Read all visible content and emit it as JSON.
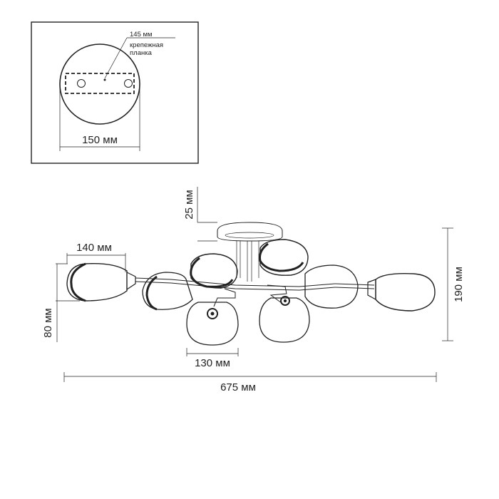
{
  "mount_detail": {
    "screw_spacing_label": "145 мм",
    "bracket_label_line1": "крепежная",
    "bracket_label_line2": "планка",
    "base_diameter_label": "150 мм"
  },
  "dimensions": {
    "base_height": "25 мм",
    "shade_length": "140 мм",
    "shade_height": "80 мм",
    "total_height": "190 мм",
    "front_shade_width": "130 мм",
    "total_width": "675 мм"
  },
  "colors": {
    "line": "#222222",
    "background": "#ffffff"
  }
}
